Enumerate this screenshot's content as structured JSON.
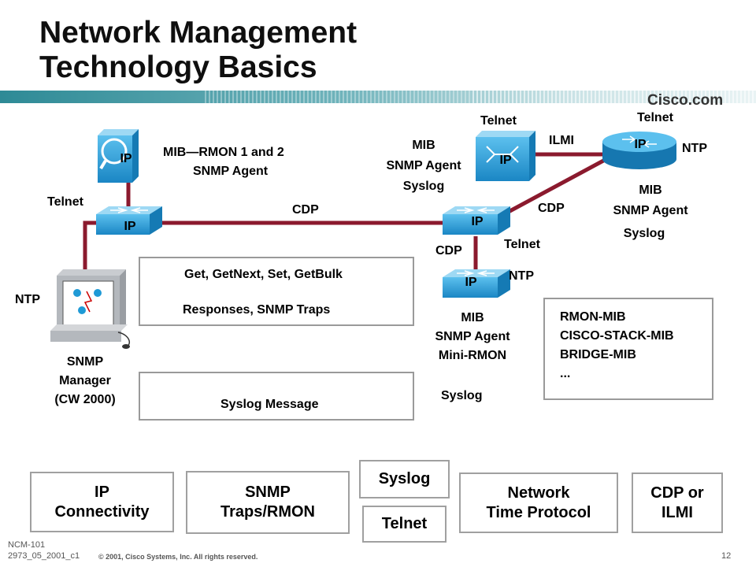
{
  "slide": {
    "title_line1": "Network Management",
    "title_line2": "Technology Basics",
    "brand": "Cisco.com",
    "footer_course": "NCM-101",
    "footer_code": "2973_05_2001_c1",
    "copyright": "© 2001, Cisco Systems, Inc. All rights reserved.",
    "page_number": "12"
  },
  "devices": {
    "ip_label": "IP"
  },
  "labels": {
    "probe_mib": "MIB—RMON 1 and 2",
    "probe_snmp": "SNMP Agent",
    "telnet_left": "Telnet",
    "cdp_top": "CDP",
    "ntp_left": "NTP",
    "manager_line1": "SNMP",
    "manager_line2": "Manager",
    "manager_line3": "(CW 2000)",
    "mid_mib": "MIB",
    "mid_snmp": "SNMP Agent",
    "mid_syslog": "Syslog",
    "telnet_atm": "Telnet",
    "ilmi": "ILMI",
    "telnet_router": "Telnet",
    "ntp_router": "NTP",
    "router_mib": "MIB",
    "router_snmp": "SNMP Agent",
    "router_syslog": "Syslog",
    "cdp_router": "CDP",
    "telnet_center": "Telnet",
    "cdp_center": "CDP",
    "ntp_center": "NTP",
    "bottom_mib": "MIB",
    "bottom_snmp": "SNMP Agent",
    "bottom_rmon": "Mini-RMON",
    "syslog_bottom": "Syslog"
  },
  "snmp_box": {
    "get_label": "Get, GetNext, Set, GetBulk",
    "response_label": "Responses, SNMP Traps"
  },
  "syslog_box": {
    "message_label": "Syslog Message"
  },
  "mib_list": [
    "RMON-MIB",
    "CISCO-STACK-MIB",
    "BRIDGE-MIB",
    "..."
  ],
  "legend": {
    "ip": "IP\nConnectivity",
    "snmp": "SNMP\nTraps/RMON",
    "syslog": "Syslog",
    "telnet": "Telnet",
    "ntp": "Network\nTime Protocol",
    "cdp": "CDP or\nILMI"
  },
  "colors": {
    "link": "#8b1a2e",
    "device": "#1f9ad6",
    "title_bar": "#2e8a96"
  }
}
